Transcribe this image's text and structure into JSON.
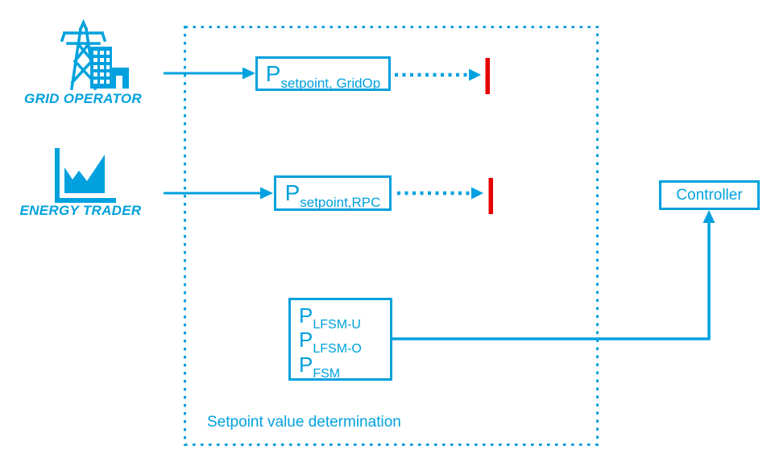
{
  "colors": {
    "accent": "#00A1DE",
    "terminator_red": "#E60000",
    "background": "#FFFFFF"
  },
  "actors": {
    "grid_operator": {
      "label": "GRID OPERATOR",
      "icon": "transmission-tower-buildings-icon"
    },
    "energy_trader": {
      "label": "ENERGY TRADER",
      "icon": "energy-market-chart-icon"
    }
  },
  "setpoint_container": {
    "label": "Setpoint value determination"
  },
  "blocks": {
    "setpoint_gridop": {
      "symbol": "P",
      "subscript": "setpoint, GridOp"
    },
    "setpoint_rpc": {
      "symbol": "P",
      "subscript": "setpoint,RPC"
    },
    "frequency_response": {
      "lines": [
        {
          "symbol": "P",
          "subscript": "LFSM-U"
        },
        {
          "symbol": "P",
          "subscript": "LFSM-O"
        },
        {
          "symbol": "P",
          "subscript": "FSM"
        }
      ]
    },
    "controller": {
      "label": "Controller"
    }
  }
}
